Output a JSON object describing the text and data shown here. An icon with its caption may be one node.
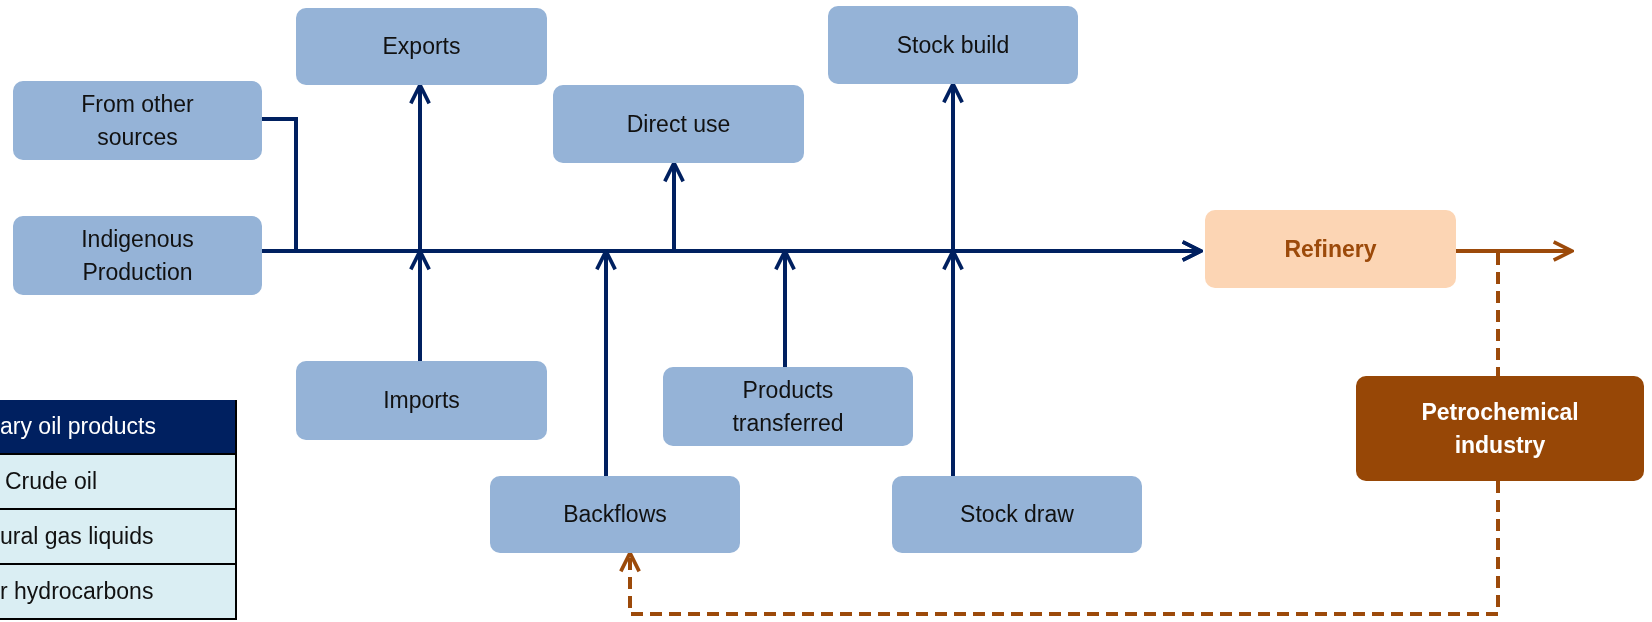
{
  "diagram": {
    "nodes": [
      {
        "text": [
          "From other sources"
        ]
      },
      {
        "text": [
          "Indigenous Production"
        ]
      },
      {
        "text": [
          "Exports"
        ]
      },
      {
        "text": [
          "Direct use"
        ]
      },
      {
        "text": [
          "Stock build"
        ]
      },
      {
        "text": [
          "Refinery"
        ]
      },
      {
        "text": [
          "Imports"
        ]
      },
      {
        "text": [
          "Products transferred"
        ]
      },
      {
        "text": [
          "Backflows"
        ]
      },
      {
        "text": [
          "Stock draw"
        ]
      },
      {
        "text": [
          "Petrochemical industry"
        ]
      }
    ],
    "edges": [
      {
        "from": 1,
        "to": 5,
        "arrow": "to"
      },
      {
        "from": 0,
        "to": 5,
        "arrow": "to"
      },
      {
        "from": null,
        "to": 2,
        "arrow": "to"
      },
      {
        "from": null,
        "to": 3,
        "arrow": "to"
      },
      {
        "from": null,
        "to": 4,
        "arrow": "to"
      },
      {
        "from": 6,
        "to": null,
        "arrow": "to"
      },
      {
        "from": 8,
        "to": null,
        "arrow": "to"
      },
      {
        "from": 7,
        "to": null,
        "arrow": "to"
      },
      {
        "from": 9,
        "to": null,
        "arrow": "to"
      },
      {
        "from": 5,
        "to": null,
        "arrow": "to",
        "color": "#9c4a0a"
      },
      {
        "from": 5,
        "to": 10,
        "arrow": "none",
        "style": "dashed",
        "color": "#9c4a0a"
      },
      {
        "from": 10,
        "to": 8,
        "arrow": "to",
        "style": "dashed",
        "color": "#9c4a0a"
      }
    ],
    "labels": [
      "ary oil products",
      "Crude oil",
      "ural gas liquids",
      "r hydrocarbons"
    ]
  }
}
